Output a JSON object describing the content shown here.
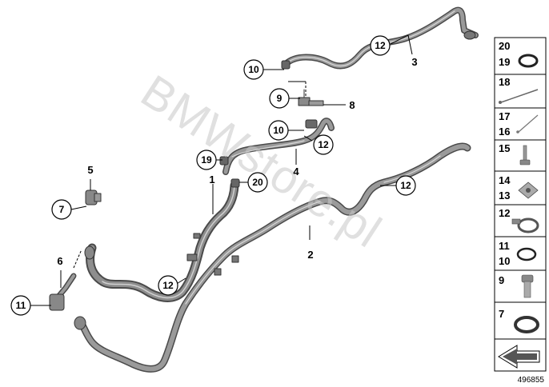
{
  "watermark": "BMWstore.pl",
  "diagram_id": "496855",
  "callouts": {
    "c12_top": "12",
    "c10_top": "10",
    "c9": "9",
    "c10_mid": "10",
    "c12_mid": "12",
    "c19": "19",
    "c20": "20",
    "c12_right": "12",
    "c7": "7",
    "c12_bottom": "12",
    "c11": "11"
  },
  "part_numbers": {
    "p3": "3",
    "p8": "8",
    "p4": "4",
    "p1": "1",
    "p5": "5",
    "p2": "2",
    "p6": "6"
  },
  "legend": {
    "row1": [
      "20",
      "19"
    ],
    "row2": [
      "18"
    ],
    "row3": [
      "17",
      "16"
    ],
    "row4": [
      "15"
    ],
    "row5": [
      "14",
      "13"
    ],
    "row6": [
      "12"
    ],
    "row7": [
      "11",
      "10"
    ],
    "row8": [
      "9"
    ],
    "row9": [
      "7"
    ]
  },
  "colors": {
    "hose": "#6e6e6e",
    "hose_dark": "#4a4a4a",
    "hose_light": "#a8a8a8",
    "line": "#000000"
  }
}
